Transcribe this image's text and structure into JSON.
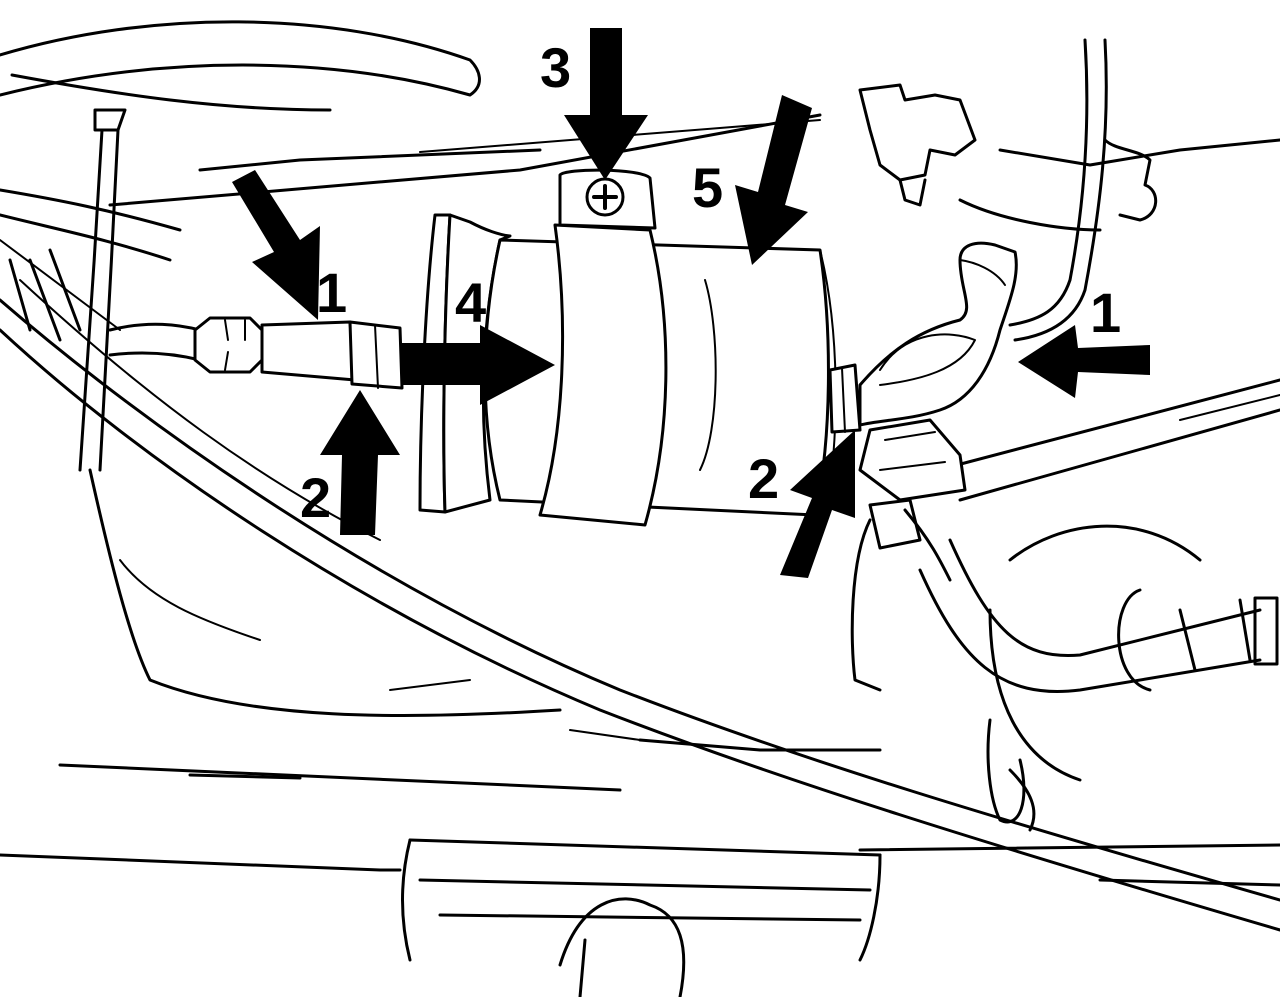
{
  "callouts": [
    {
      "id": "c1-left",
      "text": "1"
    },
    {
      "id": "c1-right",
      "text": "1"
    },
    {
      "id": "c2-left",
      "text": "2"
    },
    {
      "id": "c2-right",
      "text": "2"
    },
    {
      "id": "c3",
      "text": "3"
    },
    {
      "id": "c4",
      "text": "4"
    },
    {
      "id": "c5",
      "text": "5"
    }
  ],
  "style": {
    "line_color": "#000000",
    "background": "#ffffff"
  }
}
